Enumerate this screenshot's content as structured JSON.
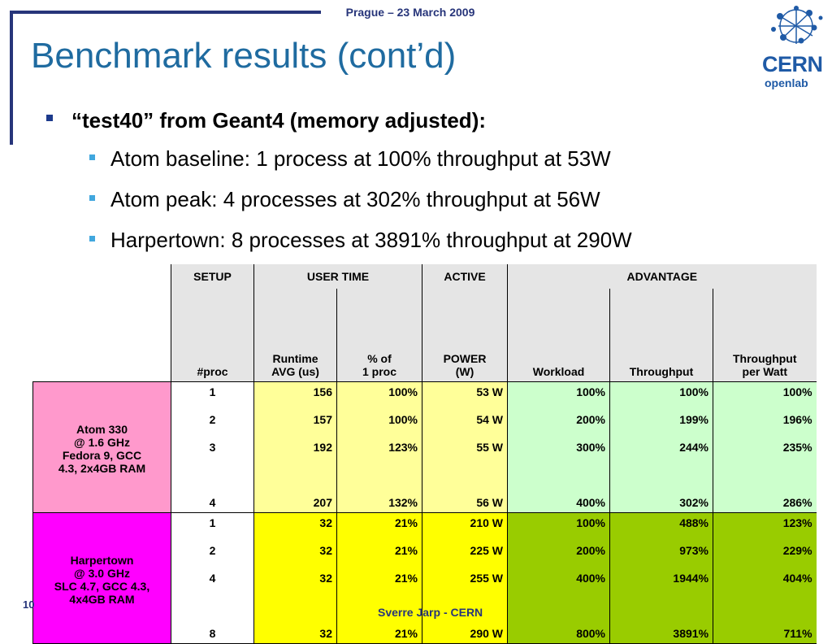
{
  "header": {
    "date": "Prague – 23 March 2009"
  },
  "logo": {
    "word": "CERN",
    "sub": "openlab"
  },
  "title": "Benchmark results (cont’d)",
  "bullets": {
    "main": "“test40” from Geant4 (memory adjusted):",
    "sub": [
      "Atom baseline: 1 process at 100% throughput at 53W",
      "Atom peak: 4 processes at 302% throughput at 56W",
      "Harpertown: 8 processes at 3891% throughput at 290W"
    ]
  },
  "table": {
    "groups": {
      "setup": "SETUP",
      "user_time": "USER TIME",
      "active": "ACTIVE",
      "advantage": "ADVANTAGE"
    },
    "columns": {
      "proc": "#proc",
      "runtime": [
        "Runtime",
        "AVG (us)"
      ],
      "pct": [
        "% of",
        "1 proc"
      ],
      "power": [
        "POWER",
        "(W)"
      ],
      "workload": "Workload",
      "throughput": "Throughput",
      "tpw": [
        "Throughput",
        "per Watt"
      ]
    },
    "atom": {
      "label": [
        "Atom 330",
        "@ 1.6 GHz",
        "Fedora 9, GCC",
        "4.3, 2x4GB RAM"
      ],
      "rows": [
        {
          "proc": "1",
          "runtime": "156",
          "pct": "100%",
          "power": "53 W",
          "workload": "100%",
          "throughput": "100%",
          "tpw": "100%"
        },
        {
          "proc": "2",
          "runtime": "157",
          "pct": "100%",
          "power": "54 W",
          "workload": "200%",
          "throughput": "199%",
          "tpw": "196%"
        },
        {
          "proc": "3",
          "runtime": "192",
          "pct": "123%",
          "power": "55 W",
          "workload": "300%",
          "throughput": "244%",
          "tpw": "235%"
        },
        {
          "proc": "4",
          "runtime": "207",
          "pct": "132%",
          "power": "56 W",
          "workload": "400%",
          "throughput": "302%",
          "tpw": "286%"
        }
      ]
    },
    "harpertown": {
      "label": [
        "Harpertown",
        "@ 3.0 GHz",
        "SLC 4.7, GCC 4.3,",
        "4x4GB RAM"
      ],
      "rows": [
        {
          "proc": "1",
          "runtime": "32",
          "pct": "21%",
          "power": "210 W",
          "workload": "100%",
          "throughput": "488%",
          "tpw": "123%"
        },
        {
          "proc": "2",
          "runtime": "32",
          "pct": "21%",
          "power": "225 W",
          "workload": "200%",
          "throughput": "973%",
          "tpw": "229%"
        },
        {
          "proc": "4",
          "runtime": "32",
          "pct": "21%",
          "power": "255 W",
          "workload": "400%",
          "throughput": "1944%",
          "tpw": "404%"
        },
        {
          "proc": "8",
          "runtime": "32",
          "pct": "21%",
          "power": "290 W",
          "workload": "800%",
          "throughput": "3891%",
          "tpw": "711%"
        }
      ]
    }
  },
  "footer": {
    "page": "10",
    "author": "Sverre Jarp - CERN"
  }
}
